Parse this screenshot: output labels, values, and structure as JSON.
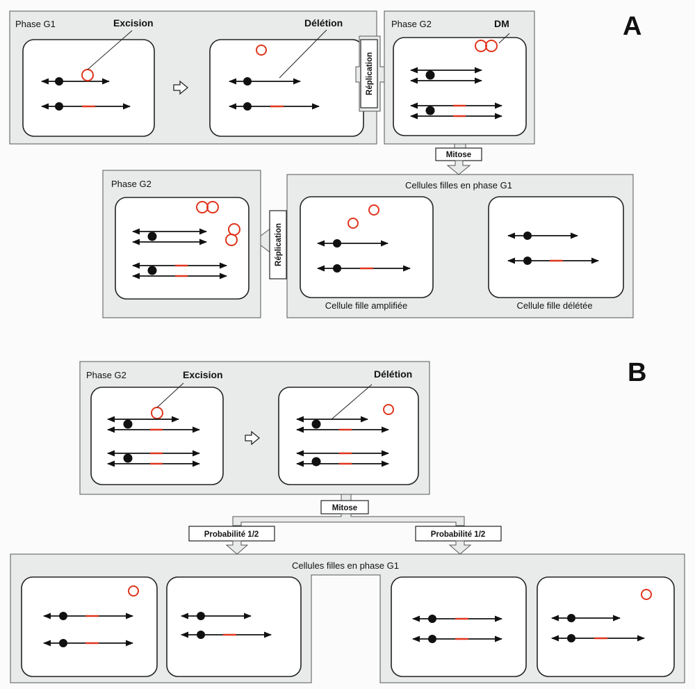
{
  "colors": {
    "panel": "#e8ebea",
    "cell": "#ffffff",
    "dna": "#111111",
    "red": "#e0341c"
  },
  "icons": {
    "step_arrow": "outline-right-arrow",
    "down_arrow": "outline-down-arrow",
    "left_arrow": "outline-left-arrow",
    "centromere": "filled-circle",
    "ring": "red-ring"
  },
  "partA": {
    "letter": "A",
    "phase_g1": "Phase G1",
    "excision": "Excision",
    "deletion": "Délétion",
    "phase_g2": "Phase G2",
    "dm": "DM",
    "replication": "Réplication",
    "mitose": "Mitose",
    "daughters_title": "Cellules filles en phase G1",
    "phase_g2_bottom": "Phase G2",
    "replication_2": "Réplication",
    "amplified": "Cellule fille amplifiée",
    "deleted": "Cellule fille délétée"
  },
  "partB": {
    "letter": "B",
    "phase_g2": "Phase G2",
    "excision": "Excision",
    "deletion": "Délétion",
    "mitose": "Mitose",
    "prob_left": "Probabilité 1/2",
    "prob_right": "Probabilité 1/2",
    "daughters_title": "Cellules filles en phase G1"
  }
}
